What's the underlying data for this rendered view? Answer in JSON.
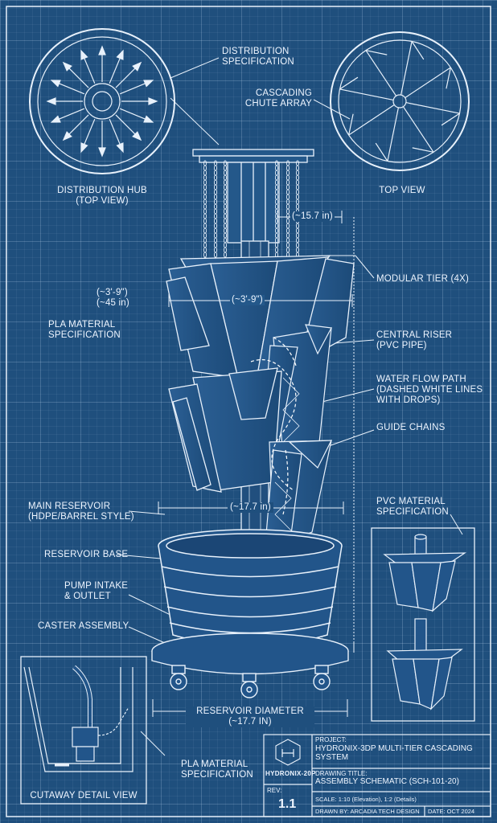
{
  "colors": {
    "background": "#1f4f7d",
    "line": "#e8f1fb",
    "grid": "#7fa6cf"
  },
  "labels": {
    "distribution_spec": [
      "DISTRIBUTION",
      "SPECIFICATION"
    ],
    "cascading_chute": [
      "CASCADING",
      "CHUTE ARRAY"
    ],
    "distribution_hub": [
      "DISTRIBUTION HUB",
      "(TOP VIEW)"
    ],
    "top_view": "TOP VIEW",
    "modular_tier": "MODULAR TIER (4X)",
    "pla_material_left": [
      "PLA MATERIAL",
      "SPECIFICATION"
    ],
    "central_riser": [
      "CENTRAL RISER",
      "(PVC PIPE)"
    ],
    "water_flow": [
      "WATER FLOW PATH",
      "(DASHED WHITE LINES",
      "WITH DROPS)"
    ],
    "guide_chains": "GUIDE CHAINS",
    "main_reservoir": [
      "MAIN RESERVOIR",
      "(HDPE/BARREL STYLE)"
    ],
    "pvc_material": [
      "PVC MATERIAL",
      "SPECIFICATION"
    ],
    "reservoir_base": "RESERVOIR BASE",
    "pump": [
      "PUMP INTAKE",
      "& OUTLET"
    ],
    "caster": "CASTER ASSEMBLY",
    "reservoir_diameter": [
      "RESERVOIR DIAMETER",
      "(~17.7 in)"
    ],
    "pla_material_bottom": [
      "PLA MATERIAL",
      "SPECIFICATION"
    ],
    "cutaway": "CUTAWAY DETAIL VIEW"
  },
  "dimensions": {
    "hub_width": "(~15.7 in)",
    "overall_width": [
      "(~3'-9\")",
      "(~45 in)"
    ],
    "tier_width": "(~3'-9\")",
    "reservoir_width": "(~17.7 in)"
  },
  "title_block": {
    "logo": "HYDRONIX-20P",
    "project_key": "PROJECT:",
    "project": [
      "HYDRONIX-3DP MULTI-TIER CASCADING",
      "SYSTEM"
    ],
    "drawing_title_key": "DRAWING TITLE:",
    "drawing_title": "ASSEMBLY SCHEMATIC (SCH-101-20)",
    "scale": "SCALE: 1:10 (Elevation), 1:2 (Details)",
    "rev_key": "REV:",
    "rev": "1.1",
    "drawn_by": "DRAWN BY: ARCADIA TECH DESIGN",
    "date": "DATE: OCT 2024"
  }
}
